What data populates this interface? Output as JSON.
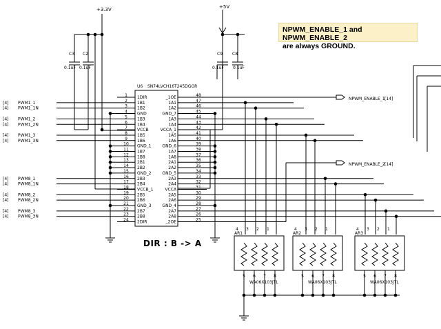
{
  "note": {
    "line1": "NPWM_ENABLE_1 and NPWM_ENABLE_2",
    "line2": "are always GROUND."
  },
  "power": {
    "v33": "+3.3V",
    "v5": "+5V"
  },
  "caps": [
    {
      "ref": "C3",
      "value": "0.1uF"
    },
    {
      "ref": "C2",
      "value": "0.1uF"
    },
    {
      "ref": "C9",
      "value": "0.1uF"
    },
    {
      "ref": "C8",
      "value": "0.1uF"
    }
  ],
  "ic": {
    "ref": "U6",
    "part": "SN74LVCH16T245DGGR",
    "left_pins": [
      {
        "num": "1",
        "name": "1DIR"
      },
      {
        "num": "2",
        "name": "1B1"
      },
      {
        "num": "3",
        "name": "1B2"
      },
      {
        "num": "4",
        "name": "GND"
      },
      {
        "num": "5",
        "name": "1B3"
      },
      {
        "num": "6",
        "name": "1B4"
      },
      {
        "num": "7",
        "name": "VCCB"
      },
      {
        "num": "8",
        "name": "1B5"
      },
      {
        "num": "9",
        "name": "1B6"
      },
      {
        "num": "10",
        "name": "GND_1"
      },
      {
        "num": "11",
        "name": "1B7"
      },
      {
        "num": "12",
        "name": "1B8"
      },
      {
        "num": "13",
        "name": "2B1"
      },
      {
        "num": "14",
        "name": "2B2"
      },
      {
        "num": "15",
        "name": "GND_2"
      },
      {
        "num": "16",
        "name": "2B3"
      },
      {
        "num": "17",
        "name": "2B4"
      },
      {
        "num": "18",
        "name": "VCCB_1"
      },
      {
        "num": "19",
        "name": "2B5"
      },
      {
        "num": "20",
        "name": "2B6"
      },
      {
        "num": "21",
        "name": "GND_3"
      },
      {
        "num": "22",
        "name": "2B7"
      },
      {
        "num": "23",
        "name": "2B8"
      },
      {
        "num": "24",
        "name": "2DIR"
      }
    ],
    "right_pins": [
      {
        "num": "48",
        "name": "_1OE"
      },
      {
        "num": "47",
        "name": "1A1"
      },
      {
        "num": "46",
        "name": "1A2"
      },
      {
        "num": "45",
        "name": "GND_7"
      },
      {
        "num": "44",
        "name": "1A3"
      },
      {
        "num": "43",
        "name": "1A4"
      },
      {
        "num": "42",
        "name": "VCCA_1"
      },
      {
        "num": "41",
        "name": "1A5"
      },
      {
        "num": "40",
        "name": "1A6"
      },
      {
        "num": "39",
        "name": "GND_6"
      },
      {
        "num": "38",
        "name": "1A7"
      },
      {
        "num": "37",
        "name": "1A8"
      },
      {
        "num": "36",
        "name": "2A1"
      },
      {
        "num": "35",
        "name": "2A2"
      },
      {
        "num": "34",
        "name": "GND_5"
      },
      {
        "num": "33",
        "name": "2A3"
      },
      {
        "num": "32",
        "name": "2A4"
      },
      {
        "num": "31",
        "name": "VCCA"
      },
      {
        "num": "30",
        "name": "2A5"
      },
      {
        "num": "29",
        "name": "2A6"
      },
      {
        "num": "28",
        "name": "GND_4"
      },
      {
        "num": "27",
        "name": "2A7"
      },
      {
        "num": "26",
        "name": "2A8"
      },
      {
        "num": "25",
        "name": "_2OE"
      }
    ]
  },
  "left_nets": [
    {
      "ref": "[4]",
      "name": "PWM1_1"
    },
    {
      "ref": "[4]",
      "name": "PWM1_1N"
    },
    {
      "ref": "[4]",
      "name": "PWM1_2"
    },
    {
      "ref": "[4]",
      "name": "PWM1_2N"
    },
    {
      "ref": "[4]",
      "name": "PWM1_3"
    },
    {
      "ref": "[4]",
      "name": "PWM1_3N"
    },
    {
      "ref": "[4]",
      "name": "PWM8_1"
    },
    {
      "ref": "[4]",
      "name": "PWM8_1N"
    },
    {
      "ref": "[4]",
      "name": "PWM8_2"
    },
    {
      "ref": "[4]",
      "name": "PWM8_2N"
    },
    {
      "ref": "[4]",
      "name": "PWM8_3"
    },
    {
      "ref": "[4]",
      "name": "PWM8_3N"
    }
  ],
  "enable_nets": [
    {
      "name": "NPWM_ENABLE_1",
      "ref": "[14]"
    },
    {
      "name": "NPWM_ENABLE_2",
      "ref": "[14]"
    }
  ],
  "dir_label": "DIR : B -> A",
  "arrays": [
    {
      "ref": "AR1",
      "part": "WA06X103JTL",
      "top_pins": [
        "4",
        "3",
        "2",
        "1"
      ],
      "bottom_pins": [
        "5",
        "6",
        "7",
        "8"
      ]
    },
    {
      "ref": "AR2",
      "part": "WA06X103JTL",
      "top_pins": [
        "4",
        "3",
        "2",
        "1"
      ],
      "bottom_pins": [
        "5",
        "6",
        "7",
        "8"
      ]
    },
    {
      "ref": "AR3",
      "part": "WA06X103JTL",
      "top_pins": [
        "4",
        "3",
        "2",
        "1"
      ],
      "bottom_pins": [
        "5",
        "6",
        "7",
        "8"
      ]
    }
  ]
}
